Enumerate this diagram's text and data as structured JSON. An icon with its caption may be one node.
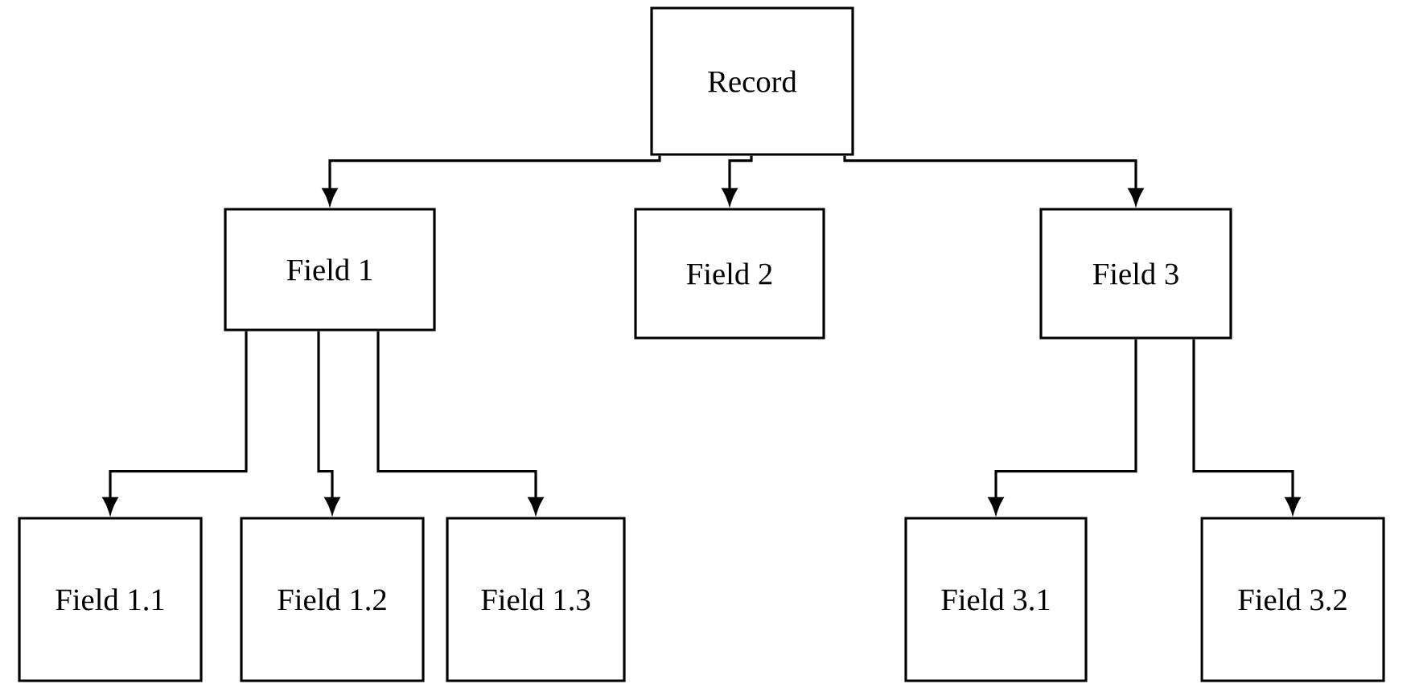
{
  "diagram": {
    "nodes": [
      {
        "text": [
          "Record"
        ]
      },
      {
        "text": [
          "Field 1"
        ]
      },
      {
        "text": [
          "Field 2"
        ]
      },
      {
        "text": [
          "Field 3"
        ]
      },
      {
        "text": [
          "Field 1.1"
        ]
      },
      {
        "text": [
          "Field 1.2"
        ]
      },
      {
        "text": [
          "Field 1.3"
        ]
      },
      {
        "text": [
          "Field 3.1"
        ]
      },
      {
        "text": [
          "Field 3.2"
        ]
      }
    ],
    "edges": [
      {
        "from": 0,
        "to": 1,
        "arrow": "to"
      },
      {
        "from": 0,
        "to": 2,
        "arrow": "to"
      },
      {
        "from": 0,
        "to": 3,
        "arrow": "to"
      },
      {
        "from": 1,
        "to": 4,
        "arrow": "to"
      },
      {
        "from": 1,
        "to": 5,
        "arrow": "to"
      },
      {
        "from": 1,
        "to": 6,
        "arrow": "to"
      },
      {
        "from": 3,
        "to": 7,
        "arrow": "to"
      },
      {
        "from": 3,
        "to": 8,
        "arrow": "to"
      }
    ]
  }
}
